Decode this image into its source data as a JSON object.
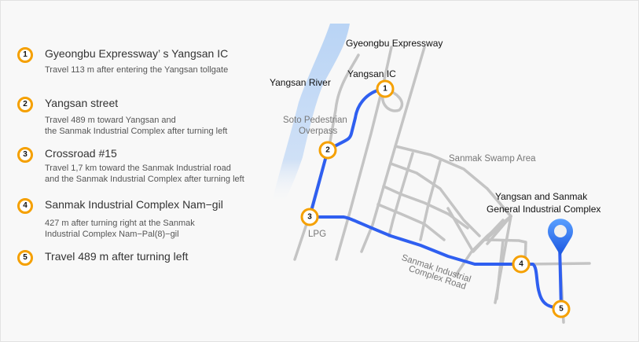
{
  "steps": [
    {
      "num": "1",
      "title": "Gyeongbu Expressway’ s Yangsan IC",
      "desc": [
        "Travel 113 m after entering the Yangsan tollgate"
      ]
    },
    {
      "num": "2",
      "title": "Yangsan street",
      "desc": [
        "Travel 489 m toward Yangsan and",
        "the Sanmak Industrial Complex after turning left"
      ]
    },
    {
      "num": "3",
      "title": "Crossroad #15",
      "desc": [
        "Travel 1,7 km toward the Sanmak Industrial road",
        "and the Sanmak Industrial Complex after turning left"
      ]
    },
    {
      "num": "4",
      "title": "Sanmak Industrial Complex Nam−gil",
      "desc": [
        "427 m after turning right at the Sanmak",
        "Industrial Complex Nam−Pal(8)−gil"
      ]
    },
    {
      "num": "5",
      "title": "Travel 489 m after turning left",
      "desc": []
    }
  ],
  "map": {
    "labels": {
      "expressway": "Gyeongbu Expressway",
      "ic": "Yangsan IC",
      "river": "Yangsan River",
      "overpass_1": "Soto Pedestrian",
      "overpass_2": "Overpass",
      "swamp": "Sanmak Swamp Area",
      "complex_1": "Yangsan and Sanmak",
      "complex_2": "General Industrial Complex",
      "lpg": "LPG",
      "road_1": "Sanmak Industrial",
      "road_2": "Complex Road"
    },
    "markers": [
      "1",
      "2",
      "3",
      "4",
      "5"
    ],
    "route_color": "#2f5ff0",
    "marker_color": "#f5a000"
  }
}
